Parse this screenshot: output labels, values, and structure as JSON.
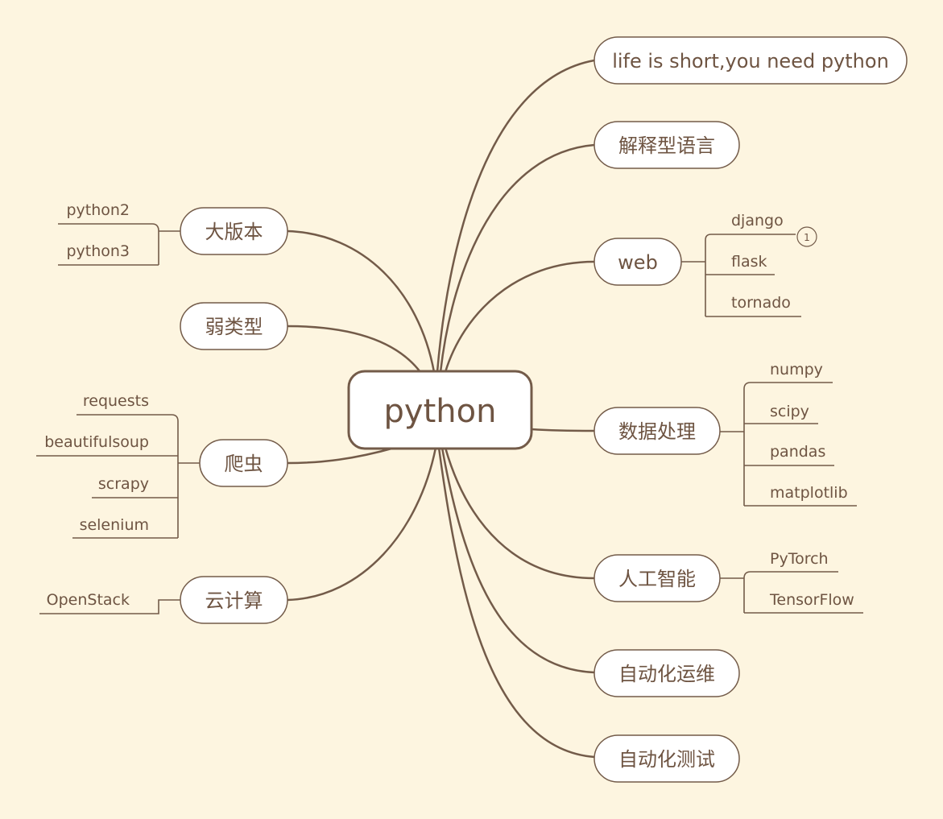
{
  "colors": {
    "background": "#fdf5e0",
    "line": "#735b49",
    "node_fill": "#ffffff",
    "text": "#6e5442"
  },
  "root": {
    "label": "python"
  },
  "branches": {
    "life": {
      "label": "life is short,you need python"
    },
    "interp": {
      "label": "解释型语言"
    },
    "web": {
      "label": "web",
      "children": [
        "django",
        "flask",
        "tornado"
      ],
      "marker": "1"
    },
    "data": {
      "label": "数据处理",
      "children": [
        "numpy",
        "scipy",
        "pandas",
        "matplotlib"
      ]
    },
    "ai": {
      "label": "人工智能",
      "children": [
        "PyTorch",
        "TensorFlow"
      ]
    },
    "ops": {
      "label": "自动化运维"
    },
    "test": {
      "label": "自动化测试"
    },
    "version": {
      "label": "大版本",
      "children": [
        "python2",
        "python3"
      ]
    },
    "weak": {
      "label": "弱类型"
    },
    "crawler": {
      "label": "爬虫",
      "children": [
        "requests",
        "beautifulsoup",
        "scrapy",
        "selenium"
      ]
    },
    "cloud": {
      "label": "云计算",
      "children": [
        "OpenStack"
      ]
    }
  }
}
